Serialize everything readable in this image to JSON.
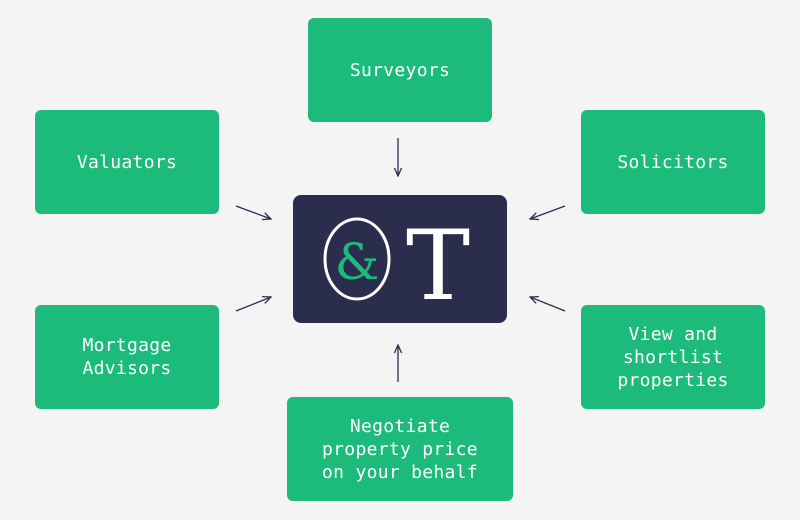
{
  "nodes": {
    "surveyors": [
      "Surveyors"
    ],
    "valuators": [
      "Valuators"
    ],
    "solicitors": [
      "Solicitors"
    ],
    "mortgage": [
      "Mortgage",
      "Advisors"
    ],
    "view": [
      "View and",
      "shortlist",
      "properties"
    ],
    "negotiate": [
      "Negotiate",
      "property price",
      "on your behalf"
    ]
  },
  "logo": {
    "ampersand": "&",
    "letter": "T"
  },
  "colors": {
    "node_green": "#1cbb7b",
    "center_navy": "#2b2d4d",
    "arrow": "#2b2d4d",
    "background": "#f4f4f4",
    "logo_white": "#ffffff"
  },
  "icons": {
    "arrow": "arrow-icon"
  }
}
